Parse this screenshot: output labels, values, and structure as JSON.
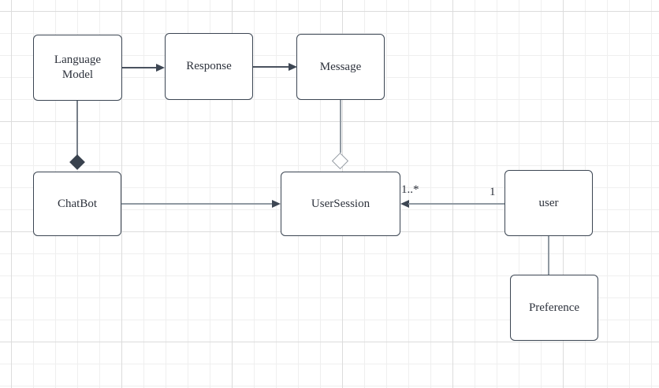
{
  "colors": {
    "canvas_background": "#ffffff",
    "grid_minor": "#efefef",
    "grid_major": "#dcdcdc",
    "node_border": "#3b4552",
    "node_fill": "#ffffff",
    "edge_dark": "#4a525f",
    "edge_gray": "#9099a2",
    "arrowhead": "#3d4653",
    "text": "#2d323c"
  },
  "nodes": {
    "language_model": {
      "label": "Language Model"
    },
    "response": {
      "label": "Response"
    },
    "message": {
      "label": "Message"
    },
    "chatbot": {
      "label": "ChatBot"
    },
    "user_session": {
      "label": "UserSession"
    },
    "user": {
      "label": "user"
    },
    "preference": {
      "label": "Preference"
    }
  },
  "edges": {
    "languagemodel_response": {
      "from": "Language Model",
      "to": "Response",
      "type": "directed-arrow"
    },
    "response_message": {
      "from": "Response",
      "to": "Message",
      "type": "directed-arrow"
    },
    "chatbot_languagemodel": {
      "from": "ChatBot",
      "to": "Language Model",
      "type": "composition",
      "diamond_at": "ChatBot"
    },
    "usersession_message": {
      "from": "UserSession",
      "to": "Message",
      "type": "aggregation",
      "diamond_at": "UserSession"
    },
    "chatbot_usersession": {
      "from": "ChatBot",
      "to": "UserSession",
      "type": "directed-arrow"
    },
    "user_usersession": {
      "from": "user",
      "to": "UserSession",
      "type": "directed-arrow",
      "source_multiplicity": "1",
      "target_multiplicity": "1..*"
    },
    "user_preference": {
      "from": "user",
      "to": "Preference",
      "type": "association"
    }
  }
}
